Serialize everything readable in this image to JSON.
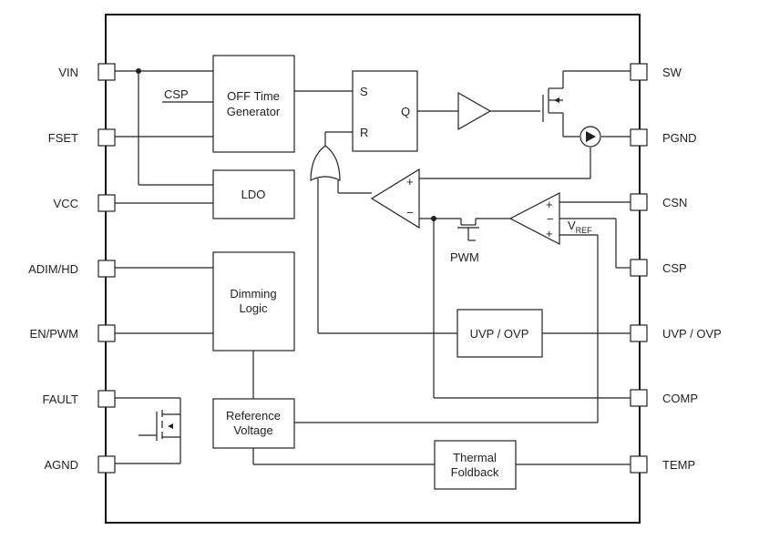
{
  "pins_left": {
    "vin": "VIN",
    "fset": "FSET",
    "vcc": "VCC",
    "adim_hd": "ADIM/HD",
    "en_pwm": "EN/PWM",
    "fault": "FAULT",
    "agnd": "AGND"
  },
  "pins_right": {
    "sw": "SW",
    "pgnd": "PGND",
    "csn": "CSN",
    "csp": "CSP",
    "uvp_ovp": "UVP / OVP",
    "comp": "COMP",
    "temp": "TEMP"
  },
  "blocks": {
    "off_time_line1": "OFF Time",
    "off_time_line2": "Generator",
    "csp_input": "CSP",
    "ldo": "LDO",
    "dimming_line1": "Dimming",
    "dimming_line2": "Logic",
    "reference_line1": "Reference",
    "reference_line2": "Voltage",
    "thermal_line1": "Thermal",
    "thermal_line2": "Foldback",
    "uvp_ovp": "UVP / OVP"
  },
  "latch": {
    "s": "S",
    "r": "R",
    "q": "Q"
  },
  "comparator": {
    "plus": "+",
    "minus": "−"
  },
  "amplifier": {
    "plus1": "+",
    "minus": "−",
    "plus2": "+"
  },
  "vref": {
    "main": "V",
    "sub": "REF"
  },
  "pwm_label": "PWM"
}
